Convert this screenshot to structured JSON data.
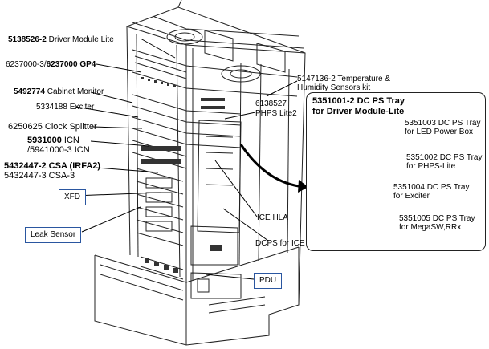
{
  "labels": {
    "driver_module": {
      "code": "5138526-2",
      "text": "Driver Module Lite"
    },
    "gp4": {
      "code_a": "6237000-3/",
      "code_b": "6237000 GP4"
    },
    "cabinet_monitor": {
      "code": "5492774",
      "text": "Cabinet Monitor"
    },
    "exciter": {
      "code": "5334188",
      "text": "Exciter"
    },
    "clock_splitter": {
      "code": "6250625",
      "text": "Clock Splitter"
    },
    "icn": {
      "code": "5931000",
      "text": "ICN",
      "line2": "/5941000-3 ICN"
    },
    "csa": {
      "code": "5432447-2",
      "text": "CSA (IRFA2)",
      "line2": "5432447-3 CSA-3"
    },
    "temp_humidity": {
      "line1": "5147136-2 Temperature &",
      "line2": "Humidity Sensors kit"
    },
    "phps": {
      "line1": "6138527",
      "line2": "PHPS Lite2"
    },
    "ice_hla": "ICE HLA",
    "dcps_ice": "DCPS for ICE"
  },
  "boxes": {
    "xfd": "XFD",
    "leak_sensor": "Leak Sensor",
    "pdu": "PDU"
  },
  "inset": {
    "title_line1": "5351001-2 DC PS Tray",
    "title_line2": "for Driver Module-Lite",
    "items": [
      {
        "line1": "5351003 DC PS Tray",
        "line2": "for LED Power Box"
      },
      {
        "line1": "5351002 DC PS Tray",
        "line2": "for PHPS-Lite"
      },
      {
        "line1": "5351004 DC PS Tray",
        "line2": "for Exciter"
      },
      {
        "line1": "5351005 DC PS Tray",
        "line2": "for MegaSW,RRx"
      }
    ]
  }
}
